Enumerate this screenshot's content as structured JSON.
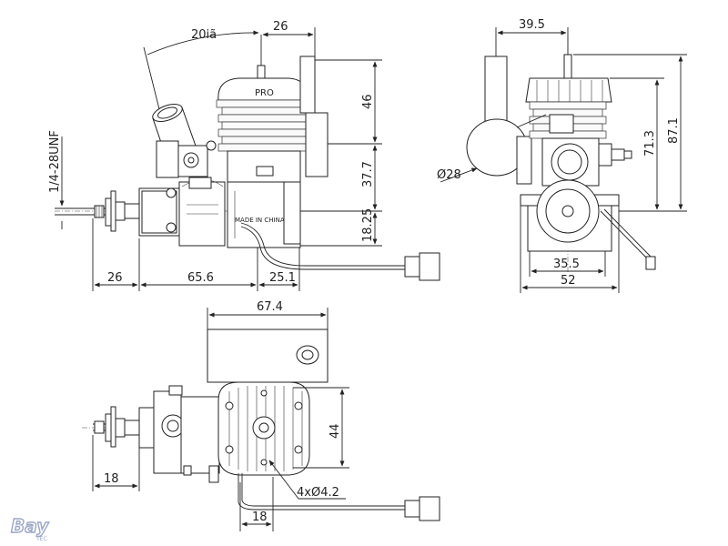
{
  "drawing": {
    "side_view": {
      "dim_angle": "20iã",
      "dim_top_offset": "26",
      "dim_thread": "1/4-28UNF",
      "dim_head_height": "46",
      "dim_crank_to_head": "37.7",
      "dim_crank_to_bottom": "18.25",
      "dim_prop_length": "26",
      "dim_body_length": "65.6",
      "dim_rear_length": "25.1",
      "label_pro": "PRO",
      "label_made_in": "MADE IN CHINA"
    },
    "rear_view": {
      "dim_top_width": "39.5",
      "dim_total_height": "87.1",
      "dim_shaft_height": "71.3",
      "dim_diameter": "Ø28",
      "dim_mount_width": "35.5",
      "dim_total_width": "52"
    },
    "top_view": {
      "dim_width": "67.4",
      "dim_height": "44",
      "dim_left": "18",
      "dim_bottom": "18",
      "dim_holes": "4xØ4.2"
    }
  },
  "logo": {
    "text": "Bay",
    "subtext": "TEC"
  }
}
